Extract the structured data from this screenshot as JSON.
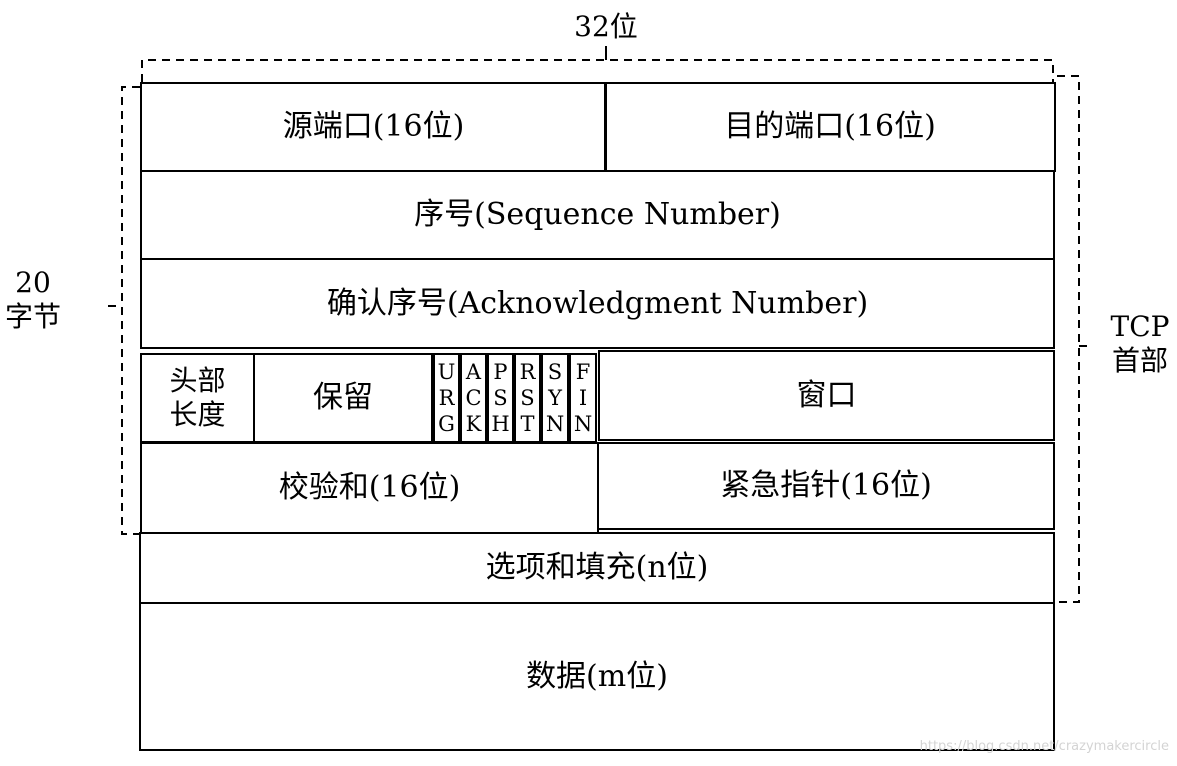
{
  "diagram": {
    "top_label": "32位",
    "left_label_line1": "20",
    "left_label_line2": "字节",
    "right_label_line1": "TCP",
    "right_label_line2": "首部",
    "rows": {
      "source_port": "源端口(16位)",
      "dest_port": "目的端口(16位)",
      "seq": "序号(Sequence Number)",
      "ack": "确认序号(Acknowledgment Number)",
      "header_length_line1": "头部",
      "header_length_line2": "长度",
      "reserved": "保留",
      "flags": [
        [
          "U",
          "R",
          "G"
        ],
        [
          "A",
          "C",
          "K"
        ],
        [
          "P",
          "S",
          "H"
        ],
        [
          "R",
          "S",
          "T"
        ],
        [
          "S",
          "Y",
          "N"
        ],
        [
          "F",
          "I",
          "N"
        ]
      ],
      "window": "窗口",
      "checksum": "校验和(16位)",
      "urgent_pointer": "紧急指针(16位)",
      "options": "选项和填充(n位)",
      "data": "数据(m位)"
    },
    "watermark": "https://blog.csdn.net/crazymakercircle"
  }
}
